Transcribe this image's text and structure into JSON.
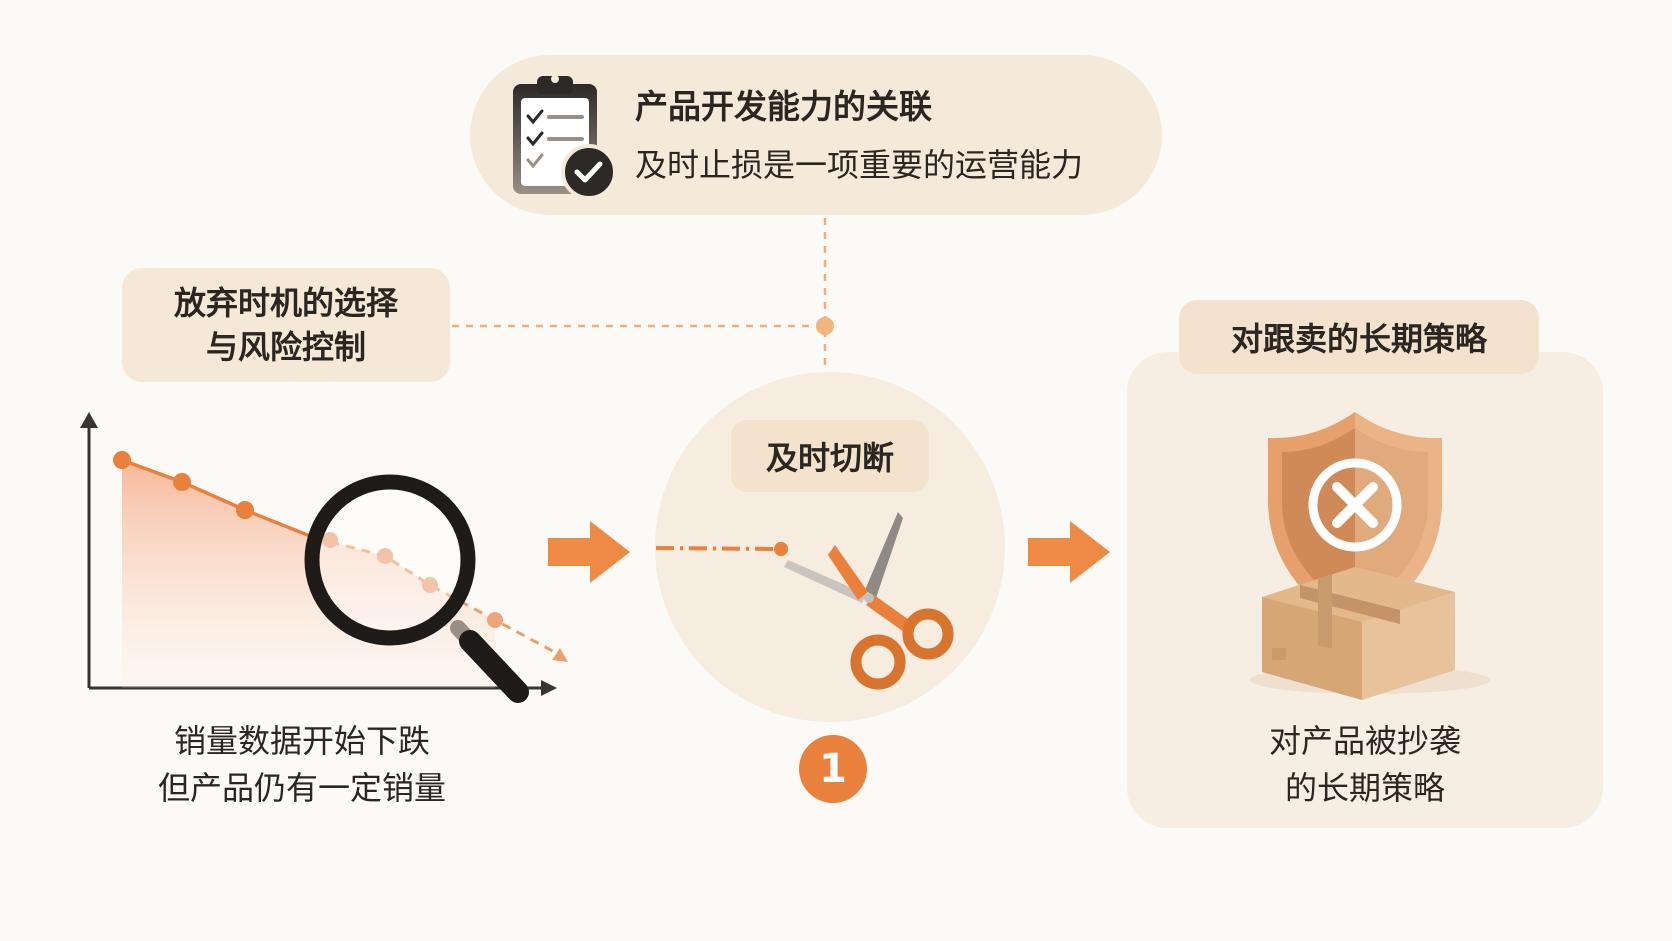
{
  "top_card": {
    "title": "产品开发能力的关联",
    "subtitle": "及时止损是一项重要的运营能力"
  },
  "left_section": {
    "label_lines": [
      "放弃时机的选择",
      "与风险控制"
    ],
    "caption_lines": [
      "销量数据开始下跌",
      "但产品仍有一定销量"
    ]
  },
  "center_section": {
    "label": "及时切断",
    "step_number": "1"
  },
  "right_section": {
    "label": "对跟卖的长期策略",
    "caption_lines": [
      "对产品被抄袭",
      "的长期策略"
    ]
  },
  "colors": {
    "accent": "#e9803c",
    "pill": "#f5e8d6",
    "background": "#fcfaf6"
  },
  "icons": [
    "clipboard-check-icon",
    "magnifier-icon",
    "scissors-icon",
    "shield-x-icon",
    "box-icon",
    "arrow-right-icon"
  ]
}
